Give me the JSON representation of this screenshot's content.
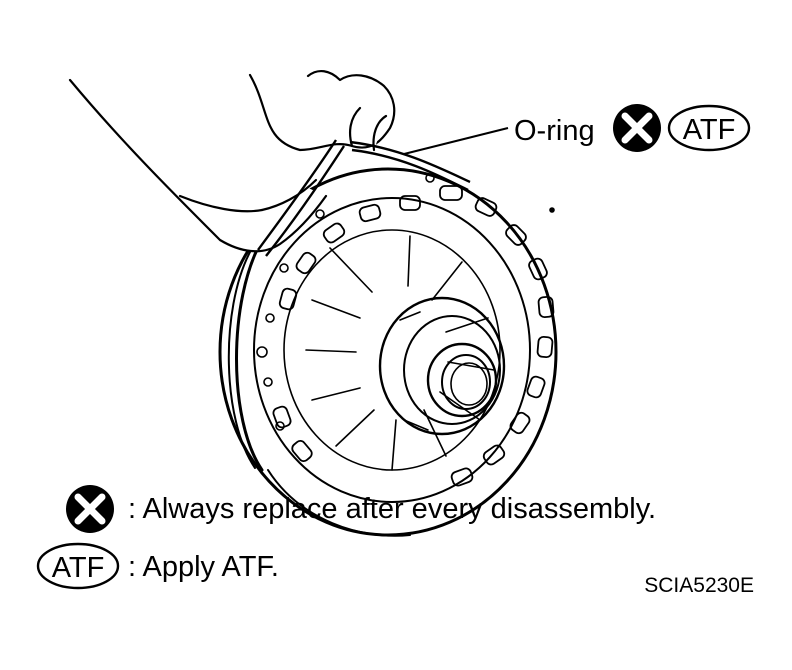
{
  "callout": {
    "part_label": "O-ring",
    "atf_badge": "ATF"
  },
  "legend": {
    "replace_text": ": Always replace after every disassembly.",
    "atf_badge": "ATF",
    "atf_text": ": Apply ATF."
  },
  "figure_code": "SCIA5230E",
  "icons": {
    "replace": "x-circle-icon",
    "atf": "atf-oval-icon"
  }
}
